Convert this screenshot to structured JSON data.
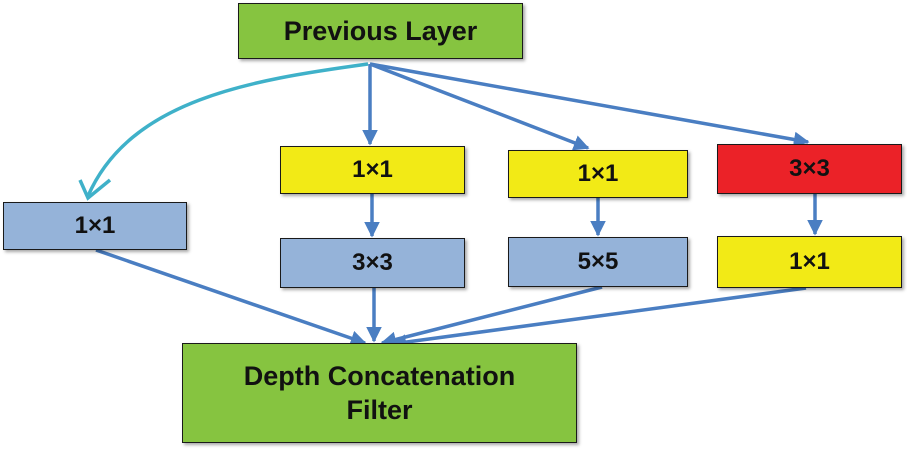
{
  "nodes": {
    "previous_layer": "Previous Layer",
    "branch1_conv1": "1×1",
    "branch2_conv1": "1×1",
    "branch2_conv3": "3×3",
    "branch3_conv1": "1×1",
    "branch3_conv5": "5×5",
    "branch4_pool3": "3×3",
    "branch4_conv1": "1×1",
    "output_line1": "Depth Concatenation",
    "output_line2": "Filter"
  },
  "colors": {
    "input_output": "#86c440",
    "reduce_1x1": "#f2ea16",
    "conv": "#95b3d9",
    "pool": "#eb2228",
    "arrow": "#4a7ec2",
    "curved_arrow": "#3fb1c9"
  }
}
